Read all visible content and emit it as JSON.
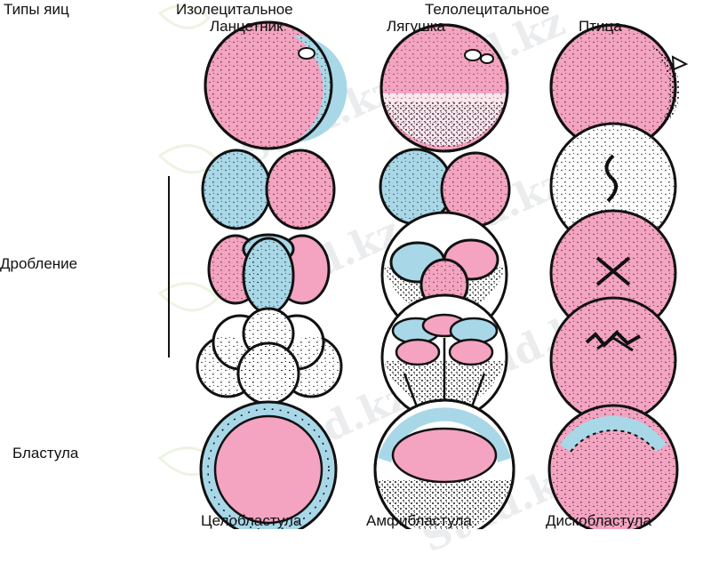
{
  "headers": {
    "egg_types": "Типы яиц",
    "isolecithal": "Изолецитальное",
    "telolecithal": "Телолецитальное"
  },
  "organisms": {
    "lancelet": "Ланцетник",
    "frog": "Лягушка",
    "bird": "Птица"
  },
  "rows": {
    "cleavage": "Дробление",
    "blastula": "Бластула"
  },
  "blastula_types": {
    "coeloblastula": "Целобластула",
    "amphiblastula": "Амфибластула",
    "discoblastula": "Дискобластула"
  },
  "watermark": "Stud.kz",
  "colors": {
    "pink": "#f4a3c0",
    "blue": "#a8d8e8",
    "ink": "#111111"
  }
}
